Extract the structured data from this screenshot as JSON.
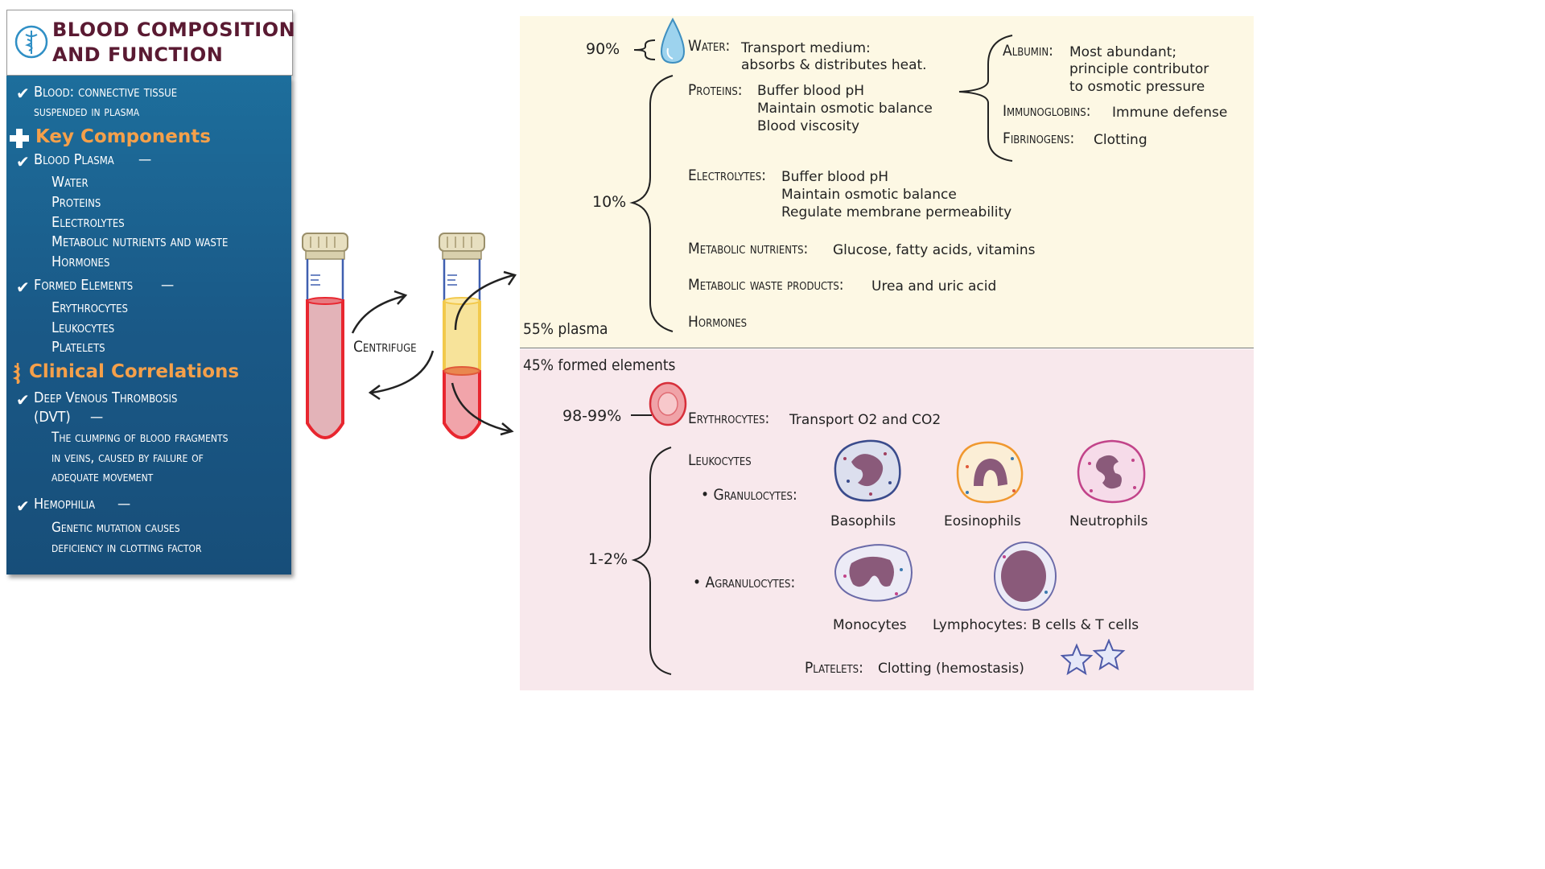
{
  "title": {
    "line1": "BLOOD COMPOSITION",
    "line2": "AND FUNCTION"
  },
  "sidebar": {
    "intro_line1": "Blood: connective tissue",
    "intro_line2": "suspended in plasma",
    "key_components": "Key Components",
    "plasma_head": "Blood Plasma",
    "dash": "—",
    "plasma_items": [
      "Water",
      "Proteins",
      "Electrolytes",
      "Metabolic nutrients and waste",
      "Hormones"
    ],
    "formed_head": "Formed Elements",
    "formed_items": [
      "Erythrocytes",
      "Leukocytes",
      "Platelets"
    ],
    "clinical": "Clinical Correlations",
    "dvt_line1": "Deep Venous Thrombosis",
    "dvt_line2": "(DVT)",
    "dvt_desc": [
      "The clumping of blood fragments",
      "in veins, caused by failure of",
      "adequate movement"
    ],
    "hemo_head": "Hemophilia",
    "hemo_desc": [
      "Genetic mutation causes",
      "deficiency in clotting factor"
    ]
  },
  "centrifuge_label": "Centrifuge",
  "plasma": {
    "pct_water": "90%",
    "water_head": "Water:",
    "water_desc": [
      "Transport medium:",
      "absorbs & distributes heat."
    ],
    "pct_other": "10%",
    "proteins_head": "Proteins:",
    "proteins_desc": [
      "Buffer blood pH",
      "Maintain osmotic balance",
      "Blood viscosity"
    ],
    "albumin_head": "Albumin:",
    "albumin_desc": [
      "Most abundant;",
      "principle contributor",
      "to osmotic pressure"
    ],
    "immuno_head": "Immunoglobins:",
    "immuno_desc": "Immune defense",
    "fibrin_head": "Fibrinogens:",
    "fibrin_desc": "Clotting",
    "electro_head": "Electrolytes:",
    "electro_desc": [
      "Buffer blood pH",
      "Maintain osmotic balance",
      "Regulate membrane permeability"
    ],
    "nutrients_head": "Metabolic nutrients:",
    "nutrients_desc": "Glucose, fatty acids, vitamins",
    "waste_head": "Metabolic waste products:",
    "waste_desc": "Urea and uric acid",
    "hormones_head": "Hormones",
    "panel_label": "55% plasma"
  },
  "formed": {
    "panel_label": "45% formed elements",
    "pct_ery": "98-99%",
    "ery_head": "Erythrocytes:",
    "ery_desc": "Transport O2 and CO2",
    "pct_leuk": "1-2%",
    "leuk_head": "Leukocytes",
    "gran_head": "• Granulocytes:",
    "agran_head": "• Agranulocytes:",
    "cells": [
      "Basophils",
      "Eosinophils",
      "Neutrophils",
      "Monocytes",
      "Lymphocytes: B cells & T cells"
    ],
    "platelets_head": "Platelets:",
    "platelets_desc": "Clotting (hemostasis)"
  },
  "colors": {
    "sidebar": "#1a5987",
    "title": "#5a1a32",
    "accent": "#f5a04a",
    "plasma_bg": "#fdf8e4",
    "formed_bg": "#f8e8ec",
    "blood": "#e8262f",
    "plasma_yellow": "#f7d46a"
  },
  "icons": [
    "caduceus-icon",
    "plus-icon",
    "checkmark-icon",
    "snake-staff-icon",
    "water-drop-icon",
    "star-icon"
  ]
}
